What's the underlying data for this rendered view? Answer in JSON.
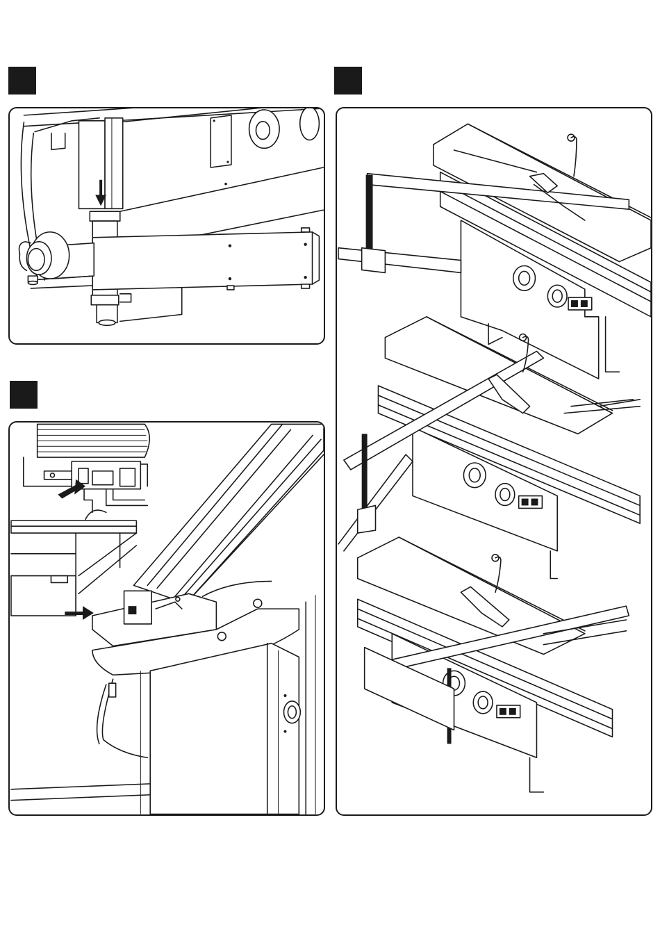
{
  "steps": [
    {
      "id": "step-a",
      "label": ""
    },
    {
      "id": "step-b",
      "label": ""
    },
    {
      "id": "step-c",
      "label": ""
    }
  ],
  "colors": {
    "line": "#1a1a1a",
    "background": "#ffffff",
    "shade": "#d9d9d9"
  },
  "icons": [
    "down-arrow-icon",
    "right-arrow-icon"
  ]
}
